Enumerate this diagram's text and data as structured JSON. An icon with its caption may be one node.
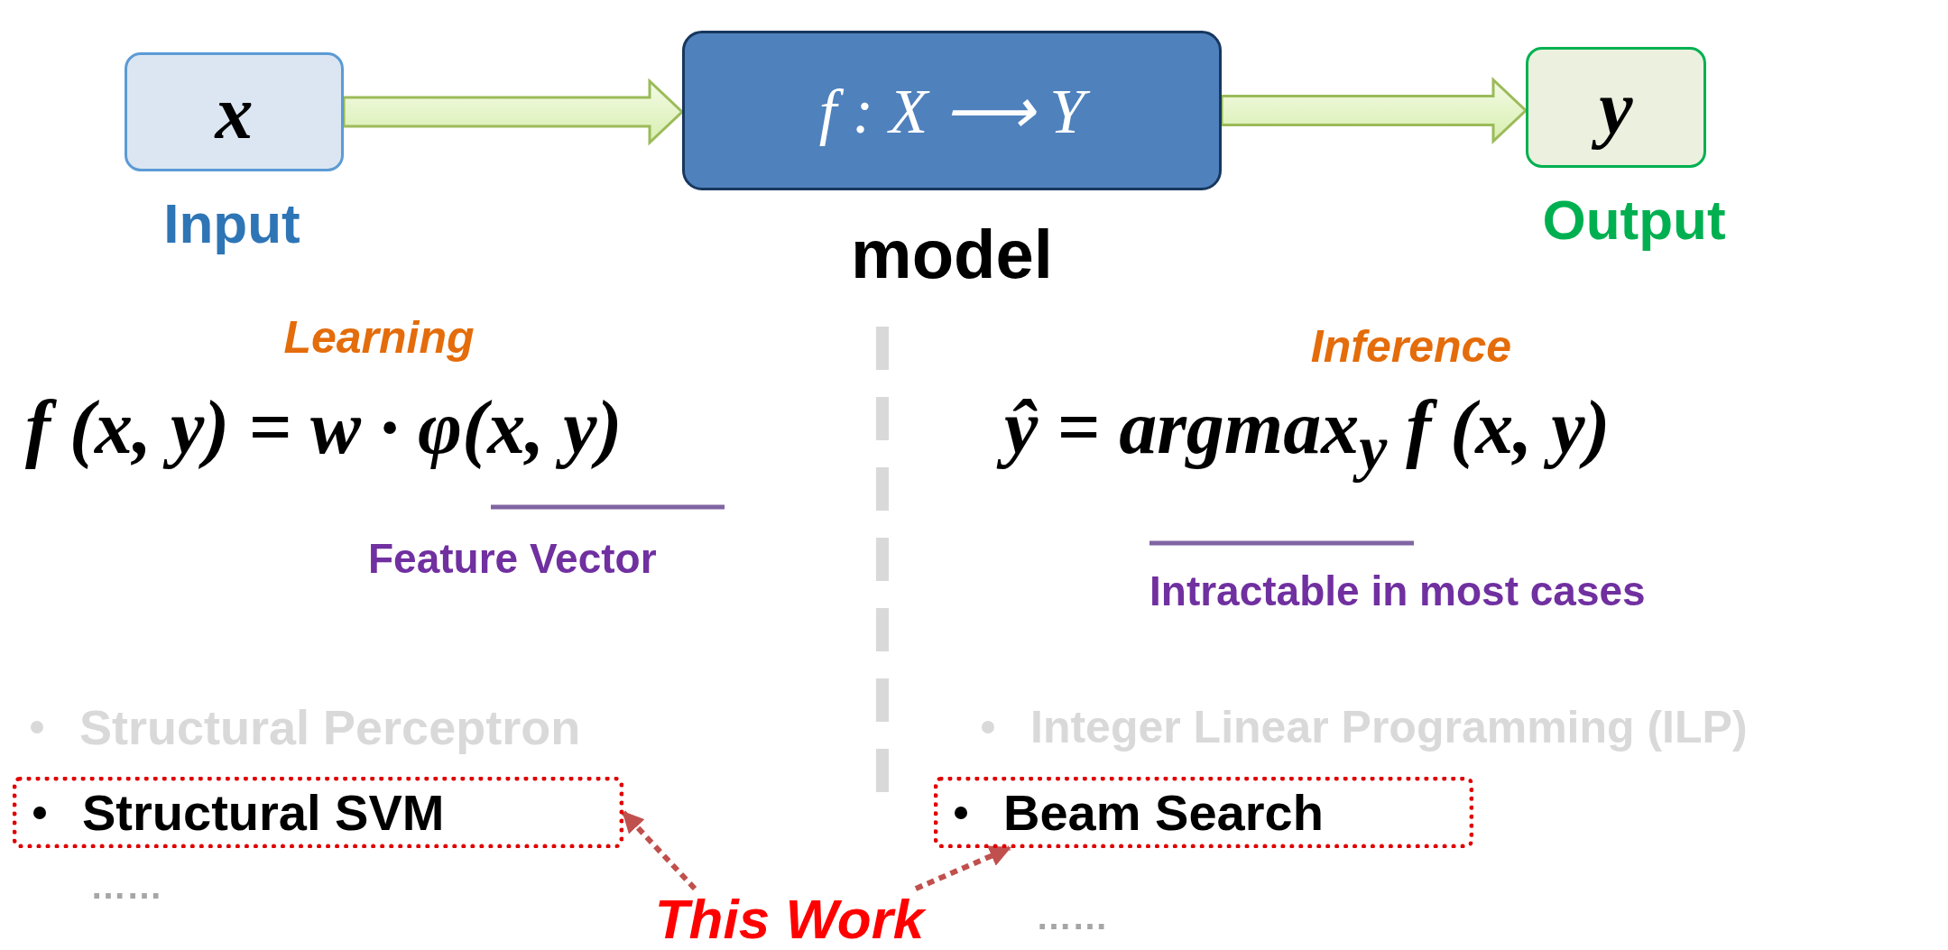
{
  "diagram": {
    "nodes": [
      {
        "text": [
          "x"
        ],
        "beside": [
          "Input"
        ]
      },
      {
        "text": [
          "f : X ⟶ Y"
        ],
        "beside": [
          "model"
        ]
      },
      {
        "text": [
          "y"
        ],
        "beside": [
          "Output"
        ]
      },
      {
        "text": [
          "Structural SVM"
        ]
      },
      {
        "text": [
          "Beam Search"
        ]
      },
      {
        "text": [
          "This Work"
        ]
      }
    ],
    "edges": [
      {
        "from": 0,
        "to": 1,
        "arrow": "to",
        "style": "thick"
      },
      {
        "from": 1,
        "to": 2,
        "arrow": "to",
        "style": "thick"
      },
      {
        "from": 5,
        "to": 3,
        "arrow": "to",
        "style": "dashed",
        "color": "#c0504d"
      },
      {
        "from": 5,
        "to": 4,
        "arrow": "to",
        "style": "dashed",
        "color": "#c0504d"
      }
    ],
    "labels": [
      "Learning",
      "f (x, y) = w · φ(x, y)",
      "Feature Vector",
      "Inference",
      "ŷ = argmax$_{y}$ f (x, y)",
      "Intractable in most cases",
      "Structural Perceptron",
      "……",
      "Integer Linear Programming (ILP)",
      "……"
    ]
  }
}
